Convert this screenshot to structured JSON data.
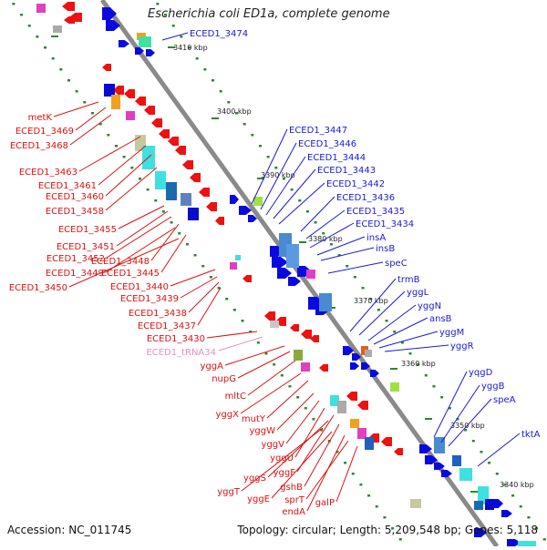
{
  "title": "Escherichia coli ED1a, complete genome",
  "accession": "Accession: NC_011745",
  "topology": "Topology: circular; Length: 5,209,548 bp; Genes: 5,118",
  "colors": {
    "backbone": "#8a8a8a",
    "forward_label": "#1a1ad6",
    "reverse_label": "#dd1111",
    "rna_label": "#e58fbf",
    "tick_dots": "#2a8a2a",
    "forward_gene": "#0a0ae0",
    "reverse_gene": "#ee1111"
  },
  "ticks": [
    "3410 kbp",
    "3400 kbp",
    "3390 kbp",
    "3380 kbp",
    "3370 kbp",
    "3360 kbp",
    "3350 kbp",
    "3340 kbp"
  ],
  "forward_labels": [
    "ECED1_3474",
    "ECED1_3447",
    "ECED1_3446",
    "ECED1_3444",
    "ECED1_3443",
    "ECED1_3442",
    "ECED1_3436",
    "ECED1_3435",
    "ECED1_3434",
    "insA",
    "insB",
    "speC",
    "trmB",
    "yggL",
    "yggN",
    "ansB",
    "yggM",
    "yggR",
    "yqgD",
    "yggB",
    "speA",
    "tktA"
  ],
  "reverse_labels": [
    "metK",
    "ECED1_3469",
    "ECED1_3468",
    "ECED1_3463",
    "ECED1_3461",
    "ECED1_3460",
    "ECED1_3458",
    "ECED1_3455",
    "ECED1_3451",
    "ECED1_3452",
    "ECED1_3448",
    "ECED1_3449",
    "ECED1_3445",
    "ECED1_3450",
    "ECED1_3440",
    "ECED1_3439",
    "ECED1_3438",
    "ECED1_3437",
    "ECED1_3430",
    "ECED1_tRNA34",
    "yggA",
    "nupG",
    "mltC",
    "yggX",
    "mutY",
    "yggW",
    "yggV",
    "yggU",
    "yggF",
    "yggS",
    "gshB",
    "yggT",
    "yggE",
    "endA",
    "sprT",
    "galP"
  ]
}
